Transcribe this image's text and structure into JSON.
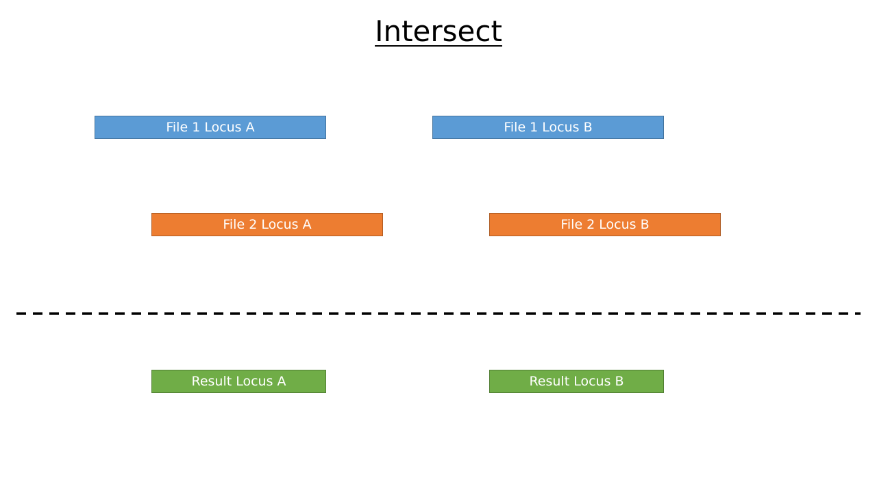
{
  "slide": {
    "title": "Intersect"
  },
  "colors": {
    "file1_fill": "#5b9bd5",
    "file1_border": "#41719c",
    "file2_fill": "#ed7d31",
    "file2_border": "#ae5a21",
    "result_fill": "#70ad47",
    "result_border": "#507e32",
    "separator": "#000000"
  },
  "file1": {
    "locus_a": "File 1 Locus A",
    "locus_b": "File 1 Locus B"
  },
  "file2": {
    "locus_a": "File 2 Locus A",
    "locus_b": "File 2 Locus B"
  },
  "result": {
    "locus_a": "Result Locus A",
    "locus_b": "Result Locus B"
  }
}
